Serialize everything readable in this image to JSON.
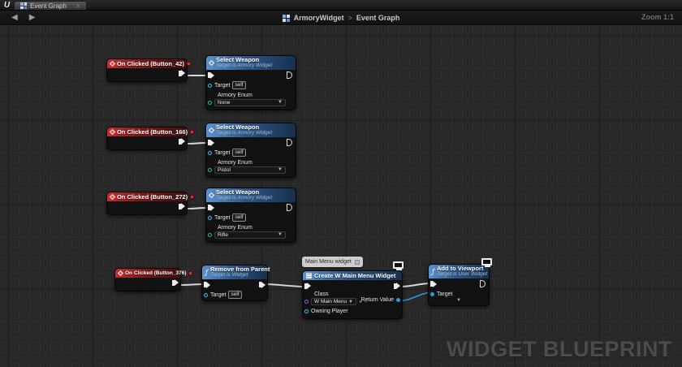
{
  "window": {
    "logo": "U",
    "tab": {
      "label": "Event Graph",
      "close": "×"
    }
  },
  "toolbar": {
    "back": "◀",
    "forward": "▶",
    "breadcrumb": {
      "root": "ArmoryWidget",
      "separator": ">",
      "current": "Event Graph"
    },
    "zoom_label": "Zoom 1:1"
  },
  "watermark": "WIDGET BLUEPRINT",
  "colors": {
    "event_header_red": "#9e1c1c",
    "function_header_blue": "#3e6fa6",
    "pin_exec": "#ececec",
    "pin_target_cyan": "#35c7ec",
    "pin_enum_green": "#2fbf8a",
    "pin_class_purple": "#8a5fd3",
    "pin_object_blue": "#2f9bd6",
    "wire_exec": "#d8d8d8",
    "wire_data": "#2f9bd6"
  },
  "graph": {
    "event_nodes": [
      {
        "title": "On Clicked (Button_42)"
      },
      {
        "title": "On Clicked (Button_166)"
      },
      {
        "title": "On Clicked (Button_272)"
      },
      {
        "title": "On Clicked (Button_376)"
      }
    ],
    "select_weapon_nodes": [
      {
        "title": "Select Weapon",
        "subtitle": "Target is Armory Widget",
        "target_label": "Target",
        "target_value": "self",
        "enum_label": "Armory Enum",
        "enum_value": "None"
      },
      {
        "title": "Select Weapon",
        "subtitle": "Target is Armory Widget",
        "target_label": "Target",
        "target_value": "self",
        "enum_label": "Armory Enum",
        "enum_value": "Pistol"
      },
      {
        "title": "Select Weapon",
        "subtitle": "Target is Armory Widget",
        "target_label": "Target",
        "target_value": "self",
        "enum_label": "Armory Enum",
        "enum_value": "Rifle"
      }
    ],
    "remove_node": {
      "title": "Remove from Parent",
      "subtitle": "Target is Widget",
      "target_label": "Target",
      "target_value": "self"
    },
    "create_node": {
      "comment": "Main Menu widget",
      "title": "Create W Main Menu Widget",
      "class_label": "Class",
      "class_value": "W Main Menu",
      "return_label": "Return Value",
      "owning_label": "Owning Player"
    },
    "viewport_node": {
      "title": "Add to Viewport",
      "subtitle": "Target is User Widget",
      "target_label": "Target"
    }
  }
}
